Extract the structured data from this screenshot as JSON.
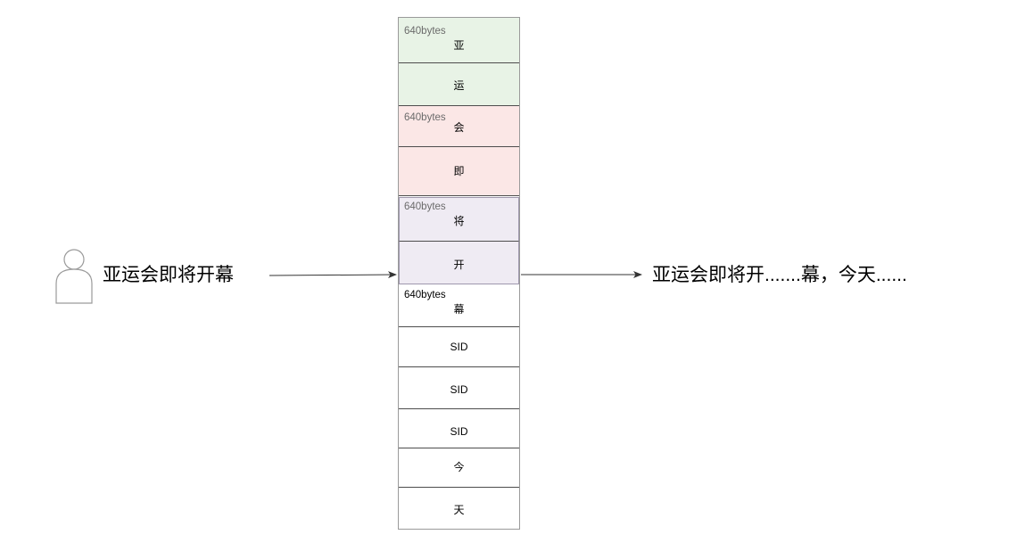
{
  "input_text": "亚运会即将开幕",
  "output_text": "亚运会即将开.......幕，今天......",
  "colors": {
    "green_fill": "#e8f3e6",
    "red_fill": "#fbe7e6",
    "purple_fill": "#efebf3",
    "purple_border": "#9f98ad",
    "line": "#4d4d4d",
    "icon_stroke": "#9a9a9a"
  },
  "blocks": [
    {
      "size_label": "640bytes",
      "label_color": "muted",
      "cells": [
        {
          "text": "亚"
        },
        {
          "text": "运"
        }
      ],
      "fill": "green"
    },
    {
      "size_label": "640bytes",
      "label_color": "muted",
      "cells": [
        {
          "text": "会"
        },
        {
          "text": "即"
        }
      ],
      "fill": "red"
    },
    {
      "size_label": "640bytes",
      "label_color": "muted",
      "cells": [
        {
          "text": "将"
        },
        {
          "text": "开"
        }
      ],
      "fill": "purple"
    },
    {
      "size_label": "640bytes",
      "label_color": "dark",
      "cells": [
        {
          "text": "幕"
        }
      ],
      "fill": "white"
    }
  ],
  "tail_cells": [
    {
      "text": "SID"
    },
    {
      "text": "SID"
    },
    {
      "text": "SID"
    },
    {
      "text": "今"
    },
    {
      "text": "天"
    }
  ]
}
